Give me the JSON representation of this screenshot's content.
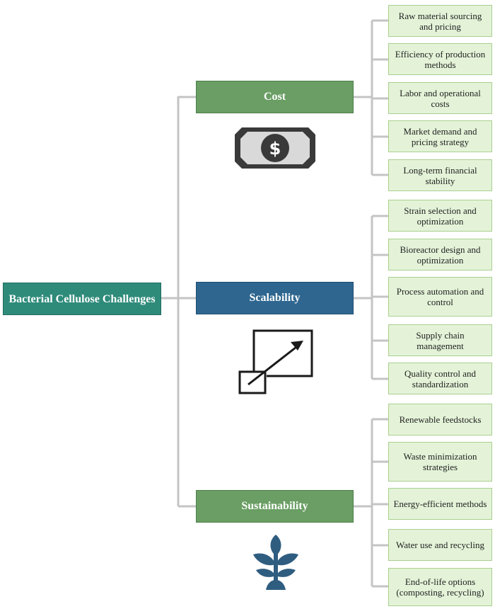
{
  "root": {
    "title": "Bacterial Cellulose Challenges"
  },
  "categories": [
    {
      "label": "Cost",
      "icon": "dollar-banknote-icon",
      "items": [
        "Raw material sourcing and pricing",
        "Efficiency of production methods",
        "Labor and operational costs",
        "Market demand and pricing strategy",
        "Long-term financial stability"
      ]
    },
    {
      "label": "Scalability",
      "icon": "scale-up-arrow-icon",
      "items": [
        "Strain selection and optimization",
        "Bioreactor design and optimization",
        "Process automation and control",
        "Supply chain management",
        "Quality control and standardization"
      ]
    },
    {
      "label": "Sustainability",
      "icon": "plant-sprout-icon",
      "items": [
        "Renewable feedstocks",
        "Waste minimization strategies",
        "Energy-efficient methods",
        "Water use and recycling",
        "End-of-life options (composting, recycling)"
      ]
    }
  ],
  "colors": {
    "root": "#2e8b7a",
    "cost": "#6a9e64",
    "scalability": "#2e6690",
    "sustainability": "#6a9e64",
    "leaf_fill": "#e4f3d8",
    "leaf_border": "#a9cf8f",
    "connector": "#c4c4c4",
    "icon_dark": "#3a3a3a",
    "icon_plant": "#2f5d80"
  }
}
